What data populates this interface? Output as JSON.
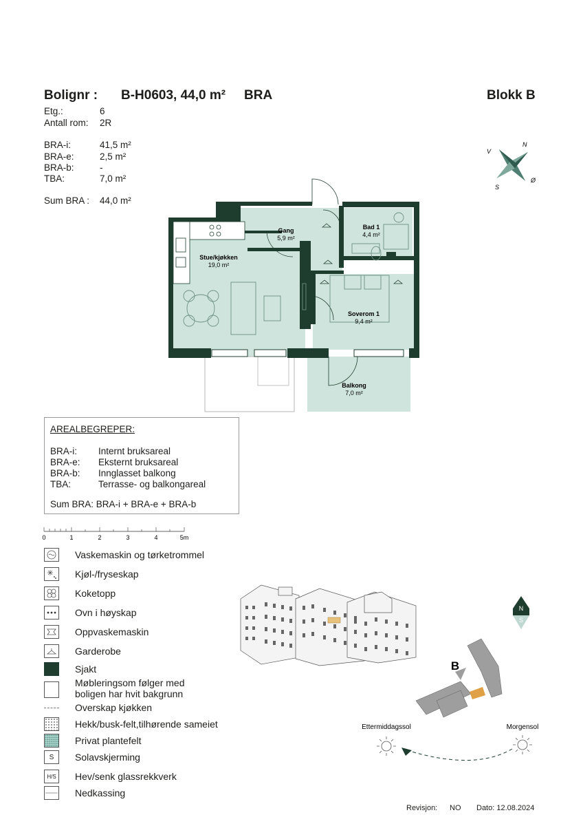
{
  "header": {
    "bolignr_label": "Bolignr :",
    "unit_id": "B-H0603, 44,0 m²",
    "bra_label": "BRA",
    "block": "Blokk B"
  },
  "info": {
    "etg_label": "Etg.:",
    "etg_value": "6",
    "rom_label": "Antall rom:",
    "rom_value": "2R",
    "bra_i_label": "BRA-i:",
    "bra_i_value": "41,5 m²",
    "bra_e_label": "BRA-e:",
    "bra_e_value": "2,5 m²",
    "bra_b_label": "BRA-b:",
    "bra_b_value": "-",
    "tba_label": "TBA:",
    "tba_value": "7,0 m²",
    "sum_label": "Sum BRA :",
    "sum_value": "44,0 m²"
  },
  "compass": {
    "n": "N",
    "v": "V",
    "s": "S",
    "o": "Ø"
  },
  "rooms": {
    "gang_name": "Gang",
    "gang_area": "5,9 m²",
    "bad_name": "Bad 1",
    "bad_area": "4,4 m²",
    "stue_name": "Stue/kjøkken",
    "stue_area": "19,0 m²",
    "soverom_name": "Soverom 1",
    "soverom_area": "9,4 m²",
    "balkong_name": "Balkong",
    "balkong_area": "7,0 m²"
  },
  "arealbegreper": {
    "title": "AREALBEGREPER:",
    "rows": [
      {
        "k": "BRA-i:",
        "v": "Internt bruksareal"
      },
      {
        "k": "BRA-e:",
        "v": "Eksternt bruksareal"
      },
      {
        "k": "BRA-b:",
        "v": "Innglasset balkong"
      },
      {
        "k": "TBA:",
        "v": "Terrasse- og balkongareal"
      }
    ],
    "sum": "Sum BRA: BRA-i + BRA-e + BRA-b"
  },
  "scale": {
    "ticks": [
      "0",
      "1",
      "2",
      "3",
      "4",
      "5m"
    ]
  },
  "legend": [
    {
      "icon": "washer-icon",
      "text": "Vaskemaskin og tørketrommel"
    },
    {
      "icon": "fridge-icon",
      "text": "Kjøl-/fryseskap"
    },
    {
      "icon": "cooktop-icon",
      "text": "Koketopp"
    },
    {
      "icon": "oven-icon",
      "text": "Ovn i høyskap"
    },
    {
      "icon": "dishwasher-icon",
      "text": "Oppvaskemaskin"
    },
    {
      "icon": "hanger-icon",
      "text": "Garderobe"
    },
    {
      "icon": "shaft-icon",
      "text": "Sjakt"
    },
    {
      "icon": "white-bg-icon",
      "text": "Møbleringsom følger med\nboligen har hvit bakgrunn"
    },
    {
      "icon": "dashed-line-icon",
      "text": "Overskap kjøkken"
    },
    {
      "icon": "hedge-icon",
      "text": "Hekk/busk-felt,tilhørende sameiet"
    },
    {
      "icon": "plantefelt-icon",
      "text": "Privat plantefelt"
    },
    {
      "icon": "s-icon",
      "icon_text": "S",
      "text": "Solavskjerming"
    },
    {
      "icon": "hs-icon",
      "icon_text": "H/S",
      "text": "Hev/senk glassrekkverk"
    },
    {
      "icon": "nedkassing-icon",
      "text": "Nedkassing"
    }
  ],
  "siteplan": {
    "block": "B",
    "n": "N",
    "s": "S",
    "ettermiddag": "Ettermiddagssol",
    "morgen": "Morgensol"
  },
  "footer": {
    "rev_label": "Revisjon:",
    "rev_value": "NO",
    "date": "Dato: 12.08.2024"
  },
  "colors": {
    "dark": "#1f3d2e",
    "room": "#cfe4dc",
    "highlight": "#e0a045"
  }
}
